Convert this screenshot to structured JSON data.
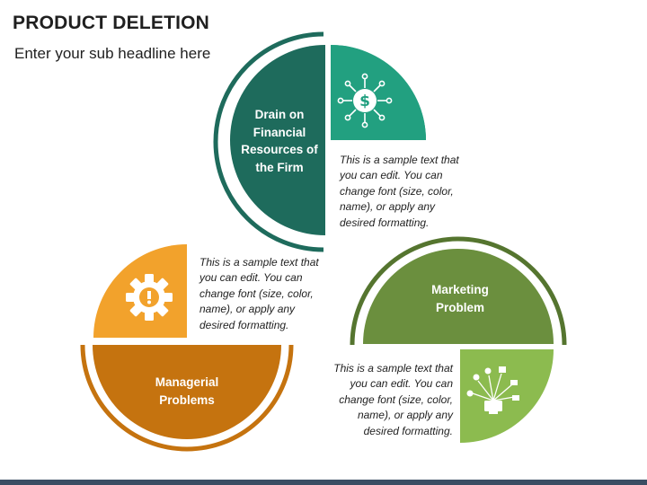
{
  "title": "PRODUCT DELETION",
  "subtitle": "Enter your sub headline here",
  "segments": [
    {
      "label": "Drain on Financial Resources of the Firm",
      "description": "This is a sample text that you can edit. You can change font (size, color, name), or apply any desired formatting.",
      "icon": "dollar-network-icon",
      "color": "#1e6b5c",
      "accent": "#22a080"
    },
    {
      "label": "Managerial Problems",
      "description": "This is a sample text that you can edit. You can change font (size, color, name), or apply any desired formatting.",
      "icon": "gear-alert-icon",
      "color": "#c5730f",
      "accent": "#f2a22c"
    },
    {
      "label": "Marketing Problem",
      "description": "This is a sample text that you can edit. You can change font (size, color, name), or apply any desired formatting.",
      "icon": "social-media-icon",
      "color": "#6b8f3e",
      "accent": "#8cbb4f"
    }
  ]
}
